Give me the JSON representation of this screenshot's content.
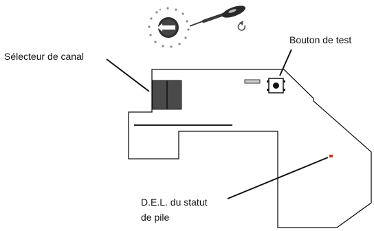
{
  "labels": {
    "channel_selector": "Sélecteur de canal",
    "test_button": "Bouton de test",
    "battery_led_line1": "D.E.L. du statut",
    "battery_led_line2": "de pile"
  },
  "icons": {
    "rotary_selector": "rotary-dial-icon",
    "screwdriver": "screwdriver-icon",
    "rotation_arrow": "rotate-arrow-icon"
  },
  "colors": {
    "outline": "#111111",
    "selector_block": "#4a4a4a",
    "led": "#c0391b",
    "dial_dots": "#8a8a8a"
  }
}
